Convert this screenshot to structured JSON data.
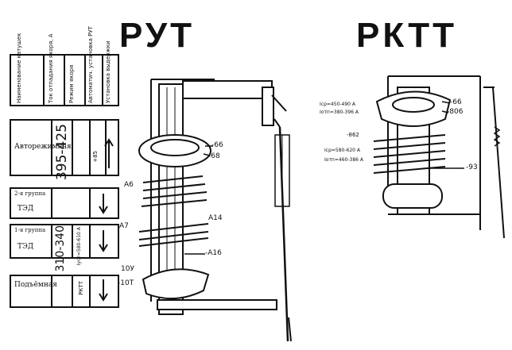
{
  "titles": {
    "left": "РУТ",
    "right": "РКТТ"
  },
  "table": {
    "header": {
      "col1": "Наименование катушек",
      "col2": "Ток отпадания якоря, А",
      "col3": "Режим якоря",
      "col4": "Автоматич. установка РУТ",
      "col5": "Установка выдержки"
    },
    "row_auto": {
      "name": "Авторежимная",
      "value": "395-425",
      "extra": "+85"
    },
    "row_ted1": {
      "top": "2-я группа",
      "name": "ТЭД"
    },
    "row_ted2": {
      "top": "1-я группа",
      "name": "ТЭД",
      "value": "310-340",
      "extra": "Iуст=580-610 А"
    },
    "row_lift": {
      "name": "Подъёмная",
      "extra": "РКТТ"
    }
  },
  "rut_labels": {
    "l66": "-66",
    "l68": "-68",
    "a6": "А6",
    "a7": "А7",
    "a14": "А14",
    "a16": "-А16",
    "l10u": "10У",
    "l10t": "-10Т"
  },
  "rktt_labels": {
    "i1": "Iср=450-490 А",
    "i2": "Iотп=380-396 А",
    "l66": "-66",
    "l806": "-806",
    "l862": "-862",
    "i3": "Iср=580-620 А",
    "i4": "Iотп=460-386 А",
    "l93": "-93"
  }
}
